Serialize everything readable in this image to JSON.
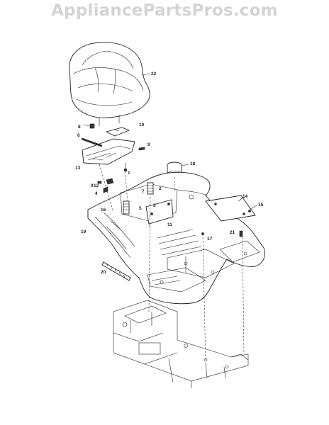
{
  "watermark": "AppliancePartsPros.com",
  "callouts": {
    "c1": "1",
    "c2": "2",
    "c3": "3",
    "c4": "4",
    "c5": "5",
    "c6": "6",
    "c7": "7",
    "c8": "8",
    "c9a": "9",
    "c9b": "9",
    "c10": "10",
    "c11": "11",
    "c12": "12",
    "c13": "13",
    "c14": "14",
    "c15": "15",
    "c16": "16",
    "c17": "17",
    "c18": "18",
    "c19": "19",
    "c20": "20",
    "c21": "21",
    "c22": "22"
  }
}
